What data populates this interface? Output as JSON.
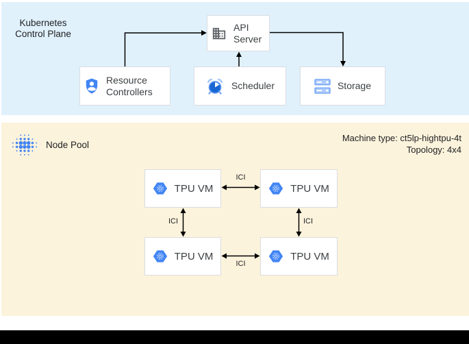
{
  "colors": {
    "control_plane_bg": "#e0f1fc",
    "node_pool_bg": "#fcf3dc",
    "box_border": "#dadce0",
    "box_bg": "#ffffff",
    "accent_blue": "#4285f4",
    "light_blue": "#a8c7fa",
    "clock_pie_blue": "#1967d2",
    "icon_gray": "#5f6368",
    "arrow_black": "#000000",
    "text_dark": "#202124"
  },
  "control_plane": {
    "title_line1": "Kubernetes",
    "title_line2": "Control Plane",
    "boxes": {
      "api_server": {
        "label": "API Server",
        "icon": "building-icon"
      },
      "resource_controllers": {
        "label": "Resource Controllers",
        "icon": "shield-user-icon"
      },
      "scheduler": {
        "label": "Scheduler",
        "icon": "alarm-clock-icon"
      },
      "storage": {
        "label": "Storage",
        "icon": "server-stack-icon"
      }
    }
  },
  "node_pool": {
    "title": "Node Pool",
    "machine_type": "Machine type: ct5lp-hightpu-4t",
    "topology": "Topology: 4x4",
    "tpu_vm_label": "TPU VM",
    "interconnect_label": "ICI"
  }
}
